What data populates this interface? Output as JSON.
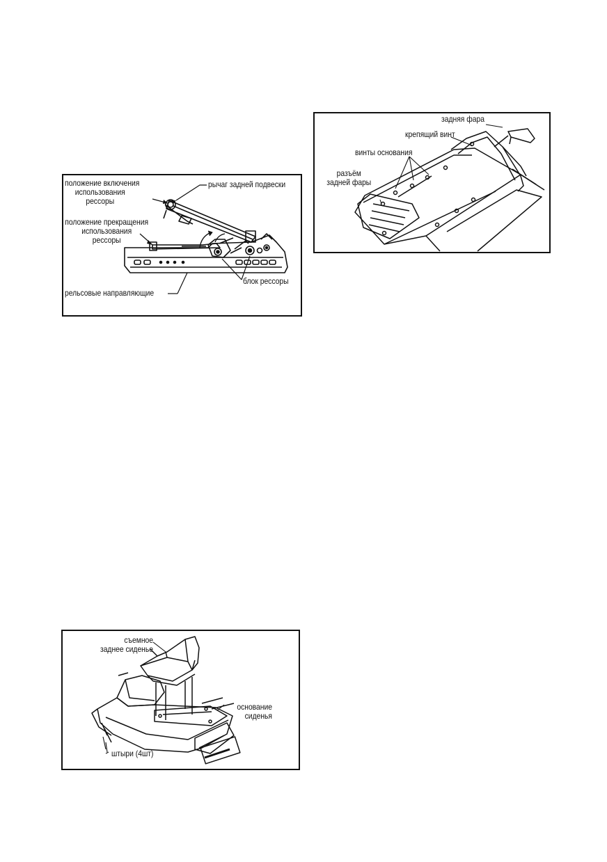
{
  "figures": {
    "suspension": {
      "engage": "положение включения\nиспользования\nрессоры",
      "lever": "рычаг задней подвески",
      "disengage": "положение прекращения\nиспользования\nрессоры",
      "block": "блок рессоры",
      "rails": "рельсовые направляющие"
    },
    "taillight": {
      "lamp": "задняя фара",
      "screw": "крепящий винт",
      "base_screws": "винты основания",
      "connector": "разъём\nзадней фары"
    },
    "seat": {
      "seat": "съемное\nзаднее сиденье",
      "base": "основание\nсиденья",
      "pins": "штыри (4шт)"
    }
  }
}
